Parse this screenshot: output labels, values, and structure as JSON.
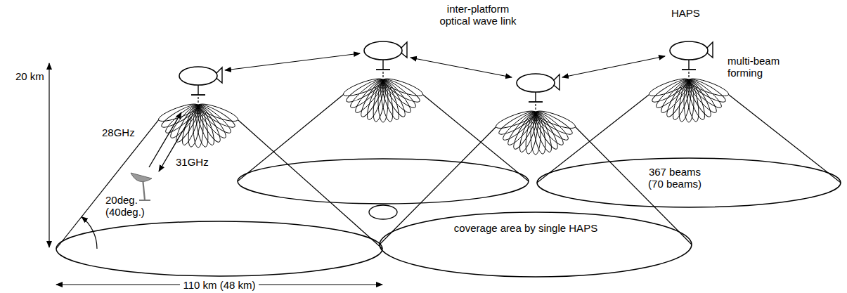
{
  "diagram": {
    "labels": [
      "inter-platform optical wave link",
      "HAPS",
      "multi-beam forming",
      "20 km",
      "28GHz",
      "31GHz",
      "367 beams (70 beams)",
      "20deg. (40deg.)",
      "coverage area by single HAPS",
      "110 km (48 km)"
    ]
  }
}
